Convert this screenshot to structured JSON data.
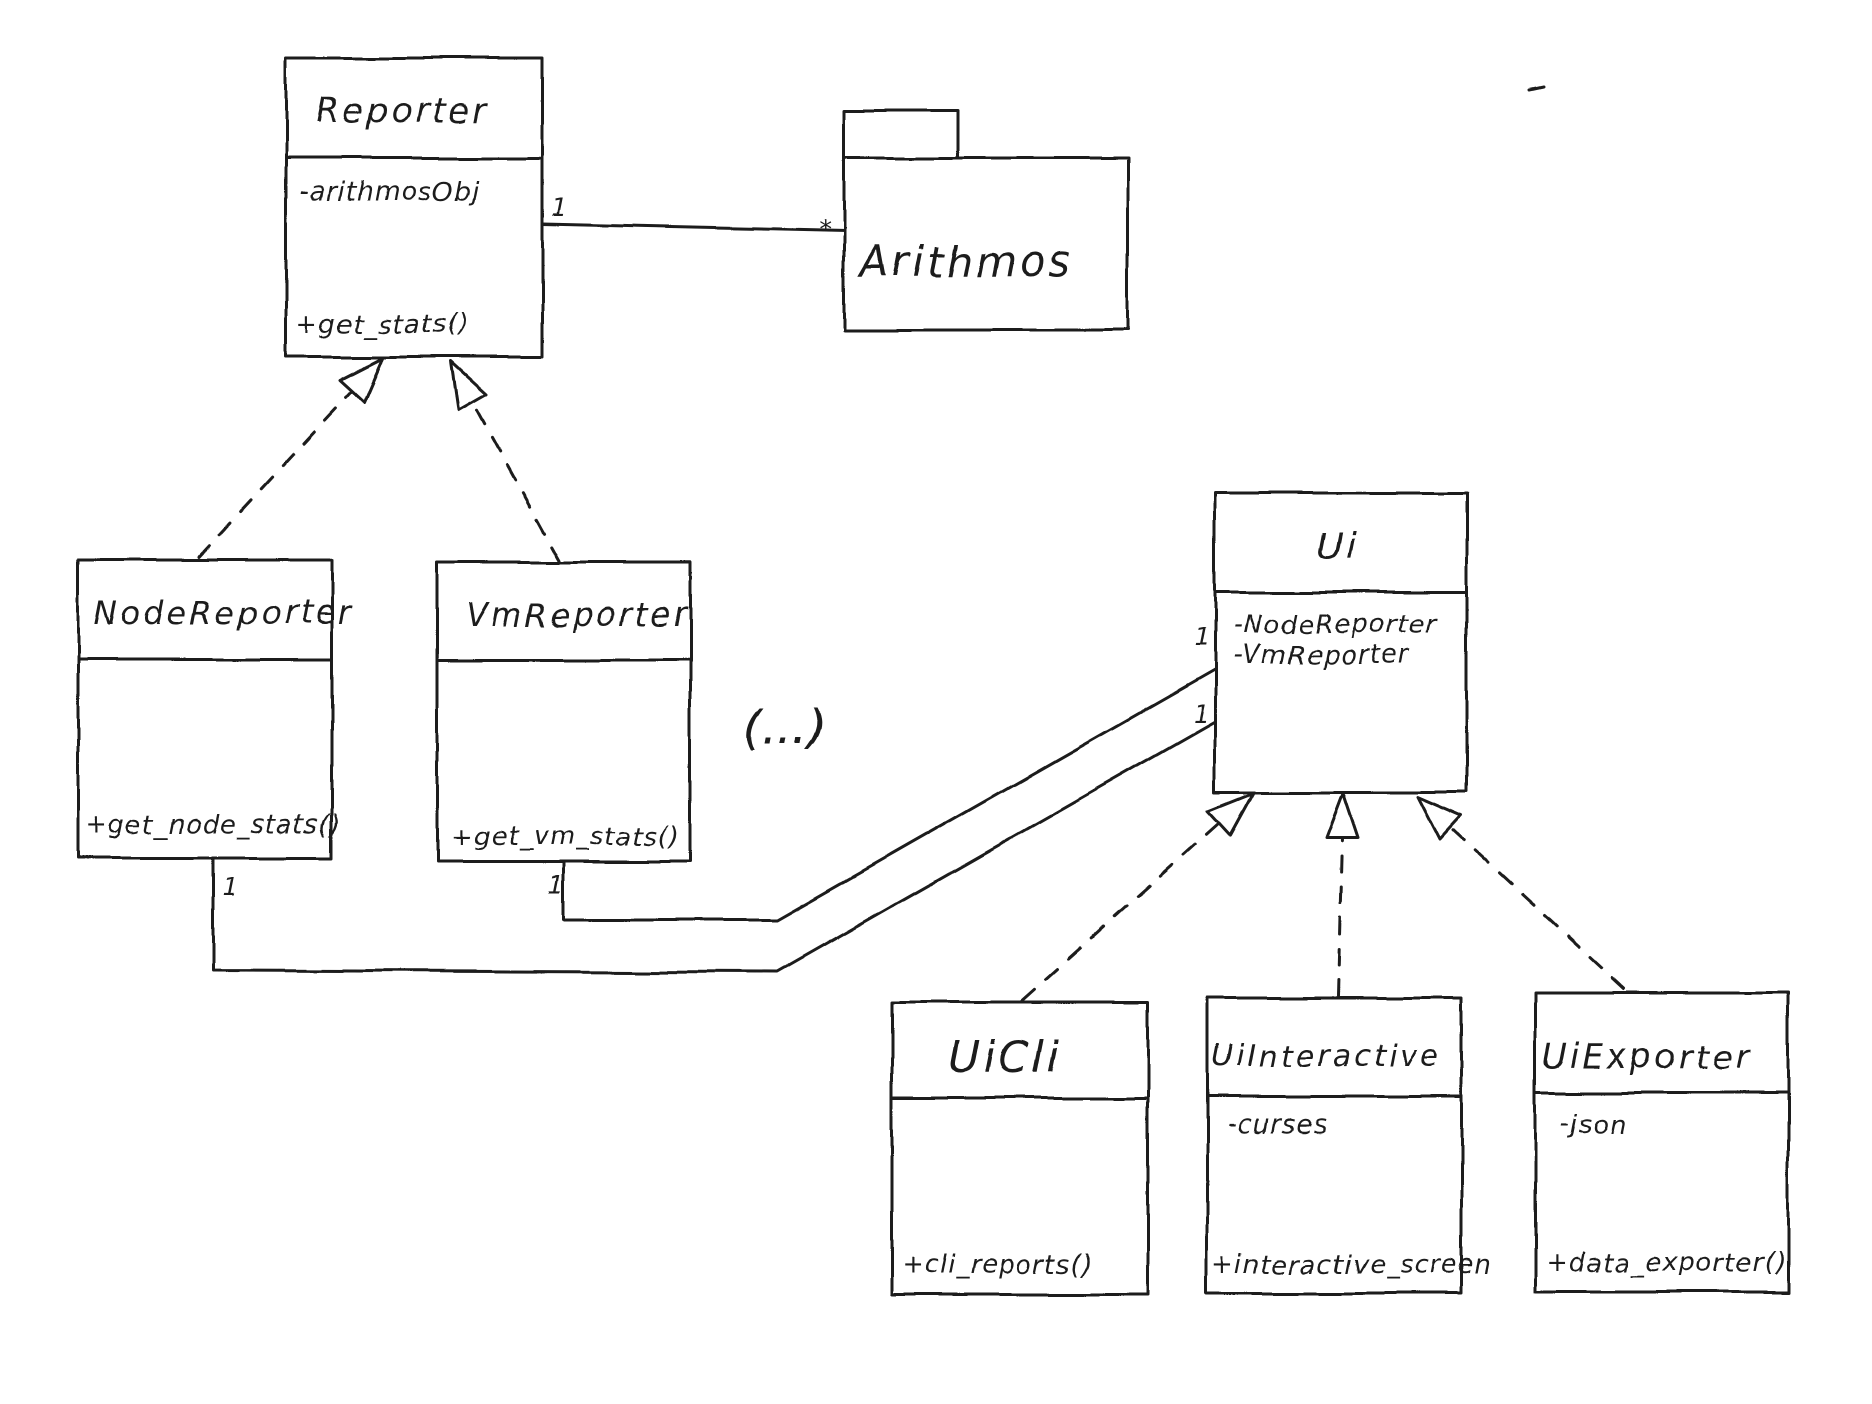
{
  "diagram_type": "uml-class-diagram-hand-drawn",
  "colors": {
    "ink": "#1b1b1b",
    "background": "#ffffff"
  },
  "classes": {
    "reporter": {
      "name": "Reporter",
      "attributes": [
        "-arithmosObj"
      ],
      "methods": [
        "+get_stats()"
      ]
    },
    "arithmos": {
      "name": "Arithmos",
      "stereotype": "package"
    },
    "nodeReporter": {
      "name": "NodeReporter",
      "attributes": [],
      "methods": [
        "+get_node_stats()"
      ]
    },
    "vmReporter": {
      "name": "VmReporter",
      "attributes": [],
      "methods": [
        "+get_vm_stats()"
      ]
    },
    "ui": {
      "name": "Ui",
      "attributes": [
        "-NodeReporter",
        "-VmReporter"
      ],
      "methods": []
    },
    "uiCli": {
      "name": "UiCli",
      "attributes": [],
      "methods": [
        "+cli_reports()"
      ]
    },
    "uiInteractive": {
      "name": "UiInteractive",
      "attributes": [
        "-curses"
      ],
      "methods": [
        "+interactive_screen"
      ]
    },
    "uiExporter": {
      "name": "UiExporter",
      "attributes": [
        "-json"
      ],
      "methods": [
        "+data_exporter()"
      ]
    }
  },
  "ellipsis": "(...)",
  "relationships": [
    {
      "type": "association",
      "from": "Reporter",
      "to": "Arithmos",
      "from_label": "1",
      "to_label": "*"
    },
    {
      "type": "generalization",
      "from": "NodeReporter",
      "to": "Reporter",
      "style": "dashed"
    },
    {
      "type": "generalization",
      "from": "VmReporter",
      "to": "Reporter",
      "style": "dashed"
    },
    {
      "type": "association",
      "from": "NodeReporter",
      "to": "Ui",
      "from_label": "1",
      "to_label": "1"
    },
    {
      "type": "association",
      "from": "VmReporter",
      "to": "Ui",
      "from_label": "1",
      "to_label": "1"
    },
    {
      "type": "generalization",
      "from": "UiCli",
      "to": "Ui",
      "style": "dashed"
    },
    {
      "type": "generalization",
      "from": "UiInteractive",
      "to": "Ui",
      "style": "dashed"
    },
    {
      "type": "generalization",
      "from": "UiExporter",
      "to": "Ui",
      "style": "dashed"
    }
  ]
}
